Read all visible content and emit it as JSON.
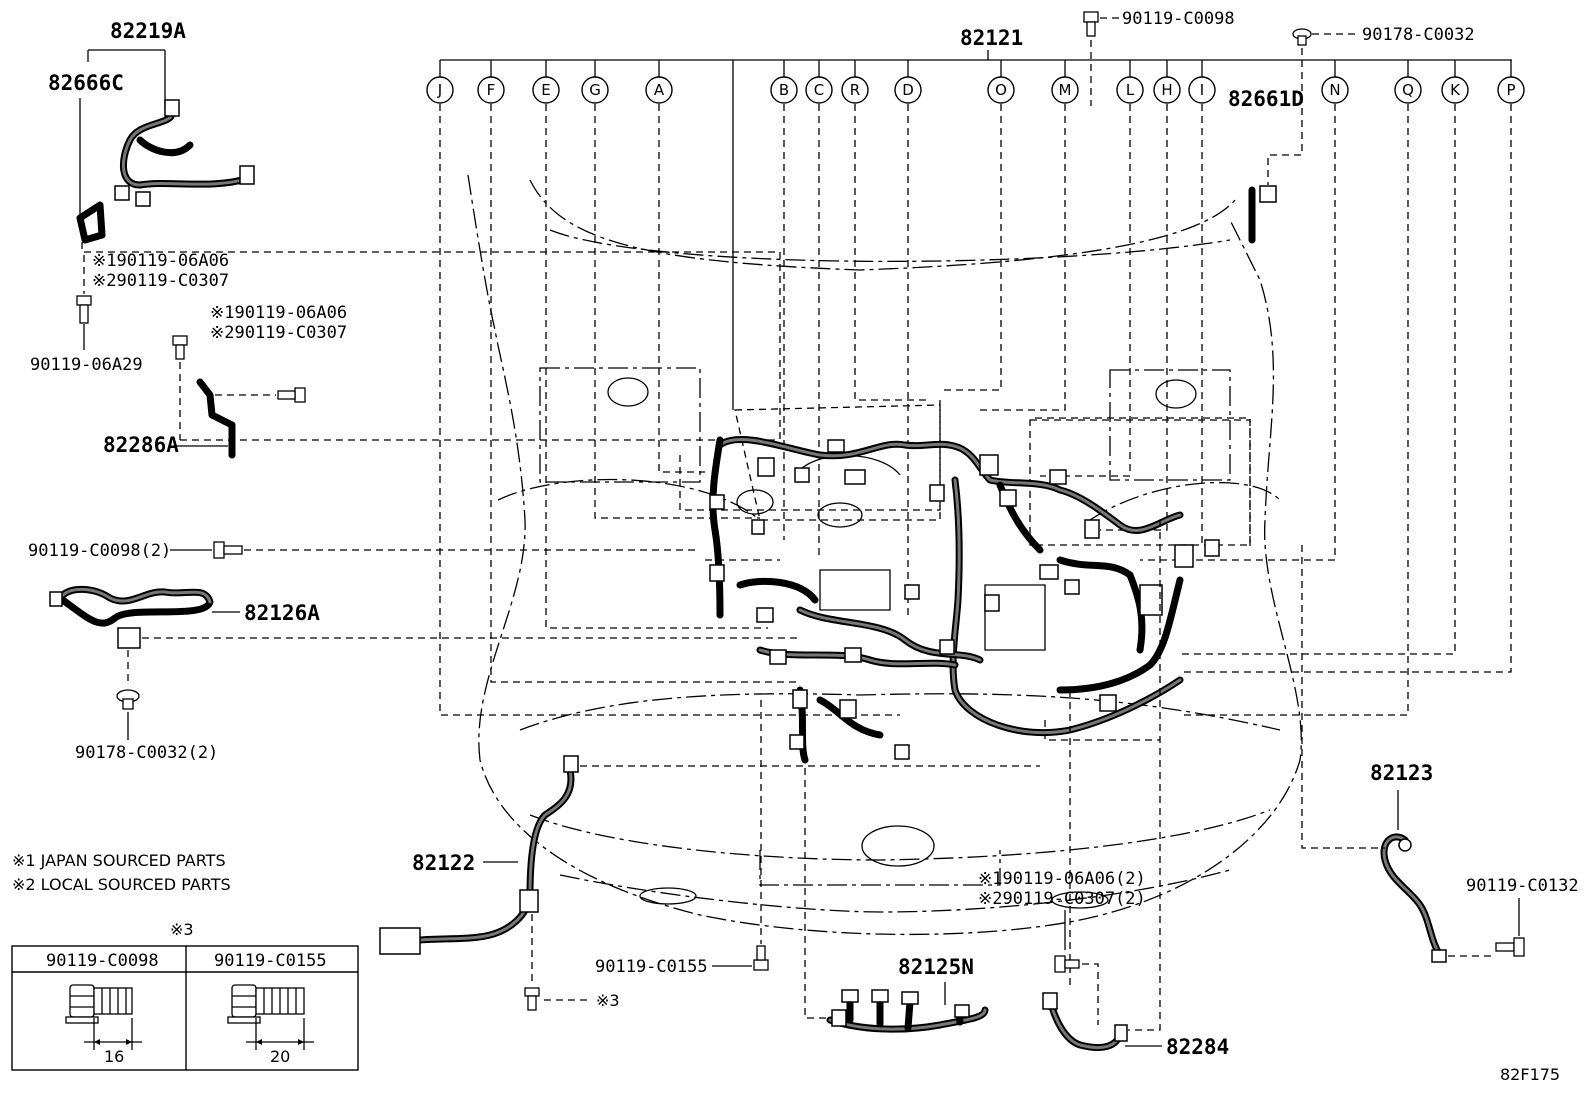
{
  "diagram": {
    "main_harness": "82121",
    "connector_letters": [
      "J",
      "F",
      "E",
      "G",
      "A",
      "B",
      "C",
      "R",
      "D",
      "O",
      "M",
      "L",
      "H",
      "I",
      "N",
      "Q",
      "K",
      "P"
    ],
    "callouts": {
      "p82219A": "82219A",
      "p82666C": "82666C",
      "p82286A": "82286A",
      "p82126A": "82126A",
      "p82122": "82122",
      "p82123": "82123",
      "p82125N": "82125N",
      "p82284": "82284",
      "p82661D": "82661D",
      "b90119_C0098_top": "90119-C0098",
      "b90178_C0032_top": "90178-C0032",
      "b1_06A06_a": "※190119-06A06",
      "b2_C0307_a": "※290119-C0307",
      "b90119_06A29": "90119-06A29",
      "b1_06A06_b": "※190119-06A06",
      "b2_C0307_b": "※290119-C0307",
      "b90119_C0098_2": "90119-C0098(2)",
      "b90178_C0032_2": "90178-C0032(2)",
      "b1_06A06_2": "※190119-06A06(2)",
      "b2_C0307_2": "※290119-C0307(2)",
      "b90119_C0132": "90119-C0132",
      "b90119_C0155": "90119-C0155",
      "ref3": "※3"
    },
    "notes": {
      "n1": "※1 JAPAN SOURCED PARTS",
      "n2": "※2 LOCAL SOURCED PARTS"
    },
    "fastener_table": {
      "mark": "※3",
      "columns": [
        {
          "part": "90119-C0098",
          "length": "16"
        },
        {
          "part": "90119-C0155",
          "length": "20"
        }
      ]
    },
    "figure_code": "82F175"
  }
}
